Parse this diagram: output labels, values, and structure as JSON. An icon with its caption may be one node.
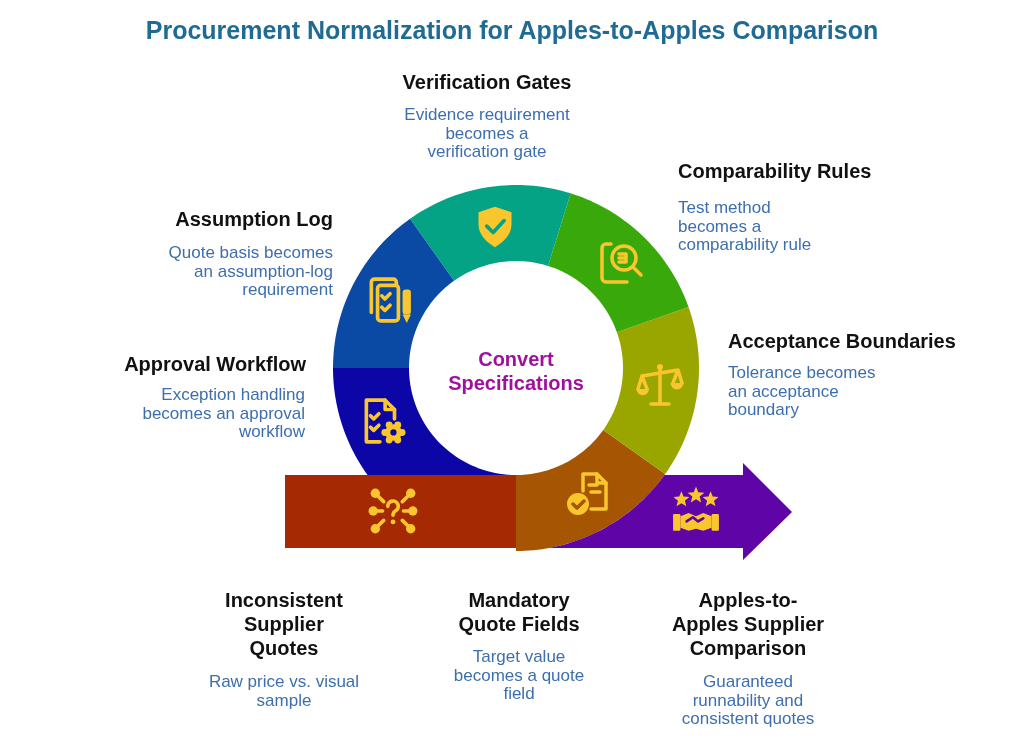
{
  "diagram": {
    "title": "Procurement Normalization for Apples-to-Apples Comparison",
    "nodes": [
      {
        "text": [
          "Inconsistent Supplier Quotes",
          "Raw price vs. visual sample"
        ]
      },
      {
        "text": [
          "Mandatory Quote Fields",
          "Target value becomes a quote field"
        ]
      },
      {
        "text": [
          "Acceptance Boundaries",
          "Tolerance becomes an acceptance boundary"
        ]
      },
      {
        "text": [
          "Comparability Rules",
          "Test method becomes a comparability rule"
        ]
      },
      {
        "text": [
          "Verification Gates",
          "Evidence requirement becomes a verification gate"
        ]
      },
      {
        "text": [
          "Assumption Log",
          "Quote basis becomes an assumption-log requirement"
        ]
      },
      {
        "text": [
          "Approval Workflow",
          "Exception handling becomes an approval workflow"
        ]
      },
      {
        "text": [
          "Apples-to-Apples Supplier Comparison",
          "Guaranteed runnability and consistent quotes"
        ]
      },
      {
        "text": [
          "Convert Specifications"
        ]
      }
    ]
  }
}
